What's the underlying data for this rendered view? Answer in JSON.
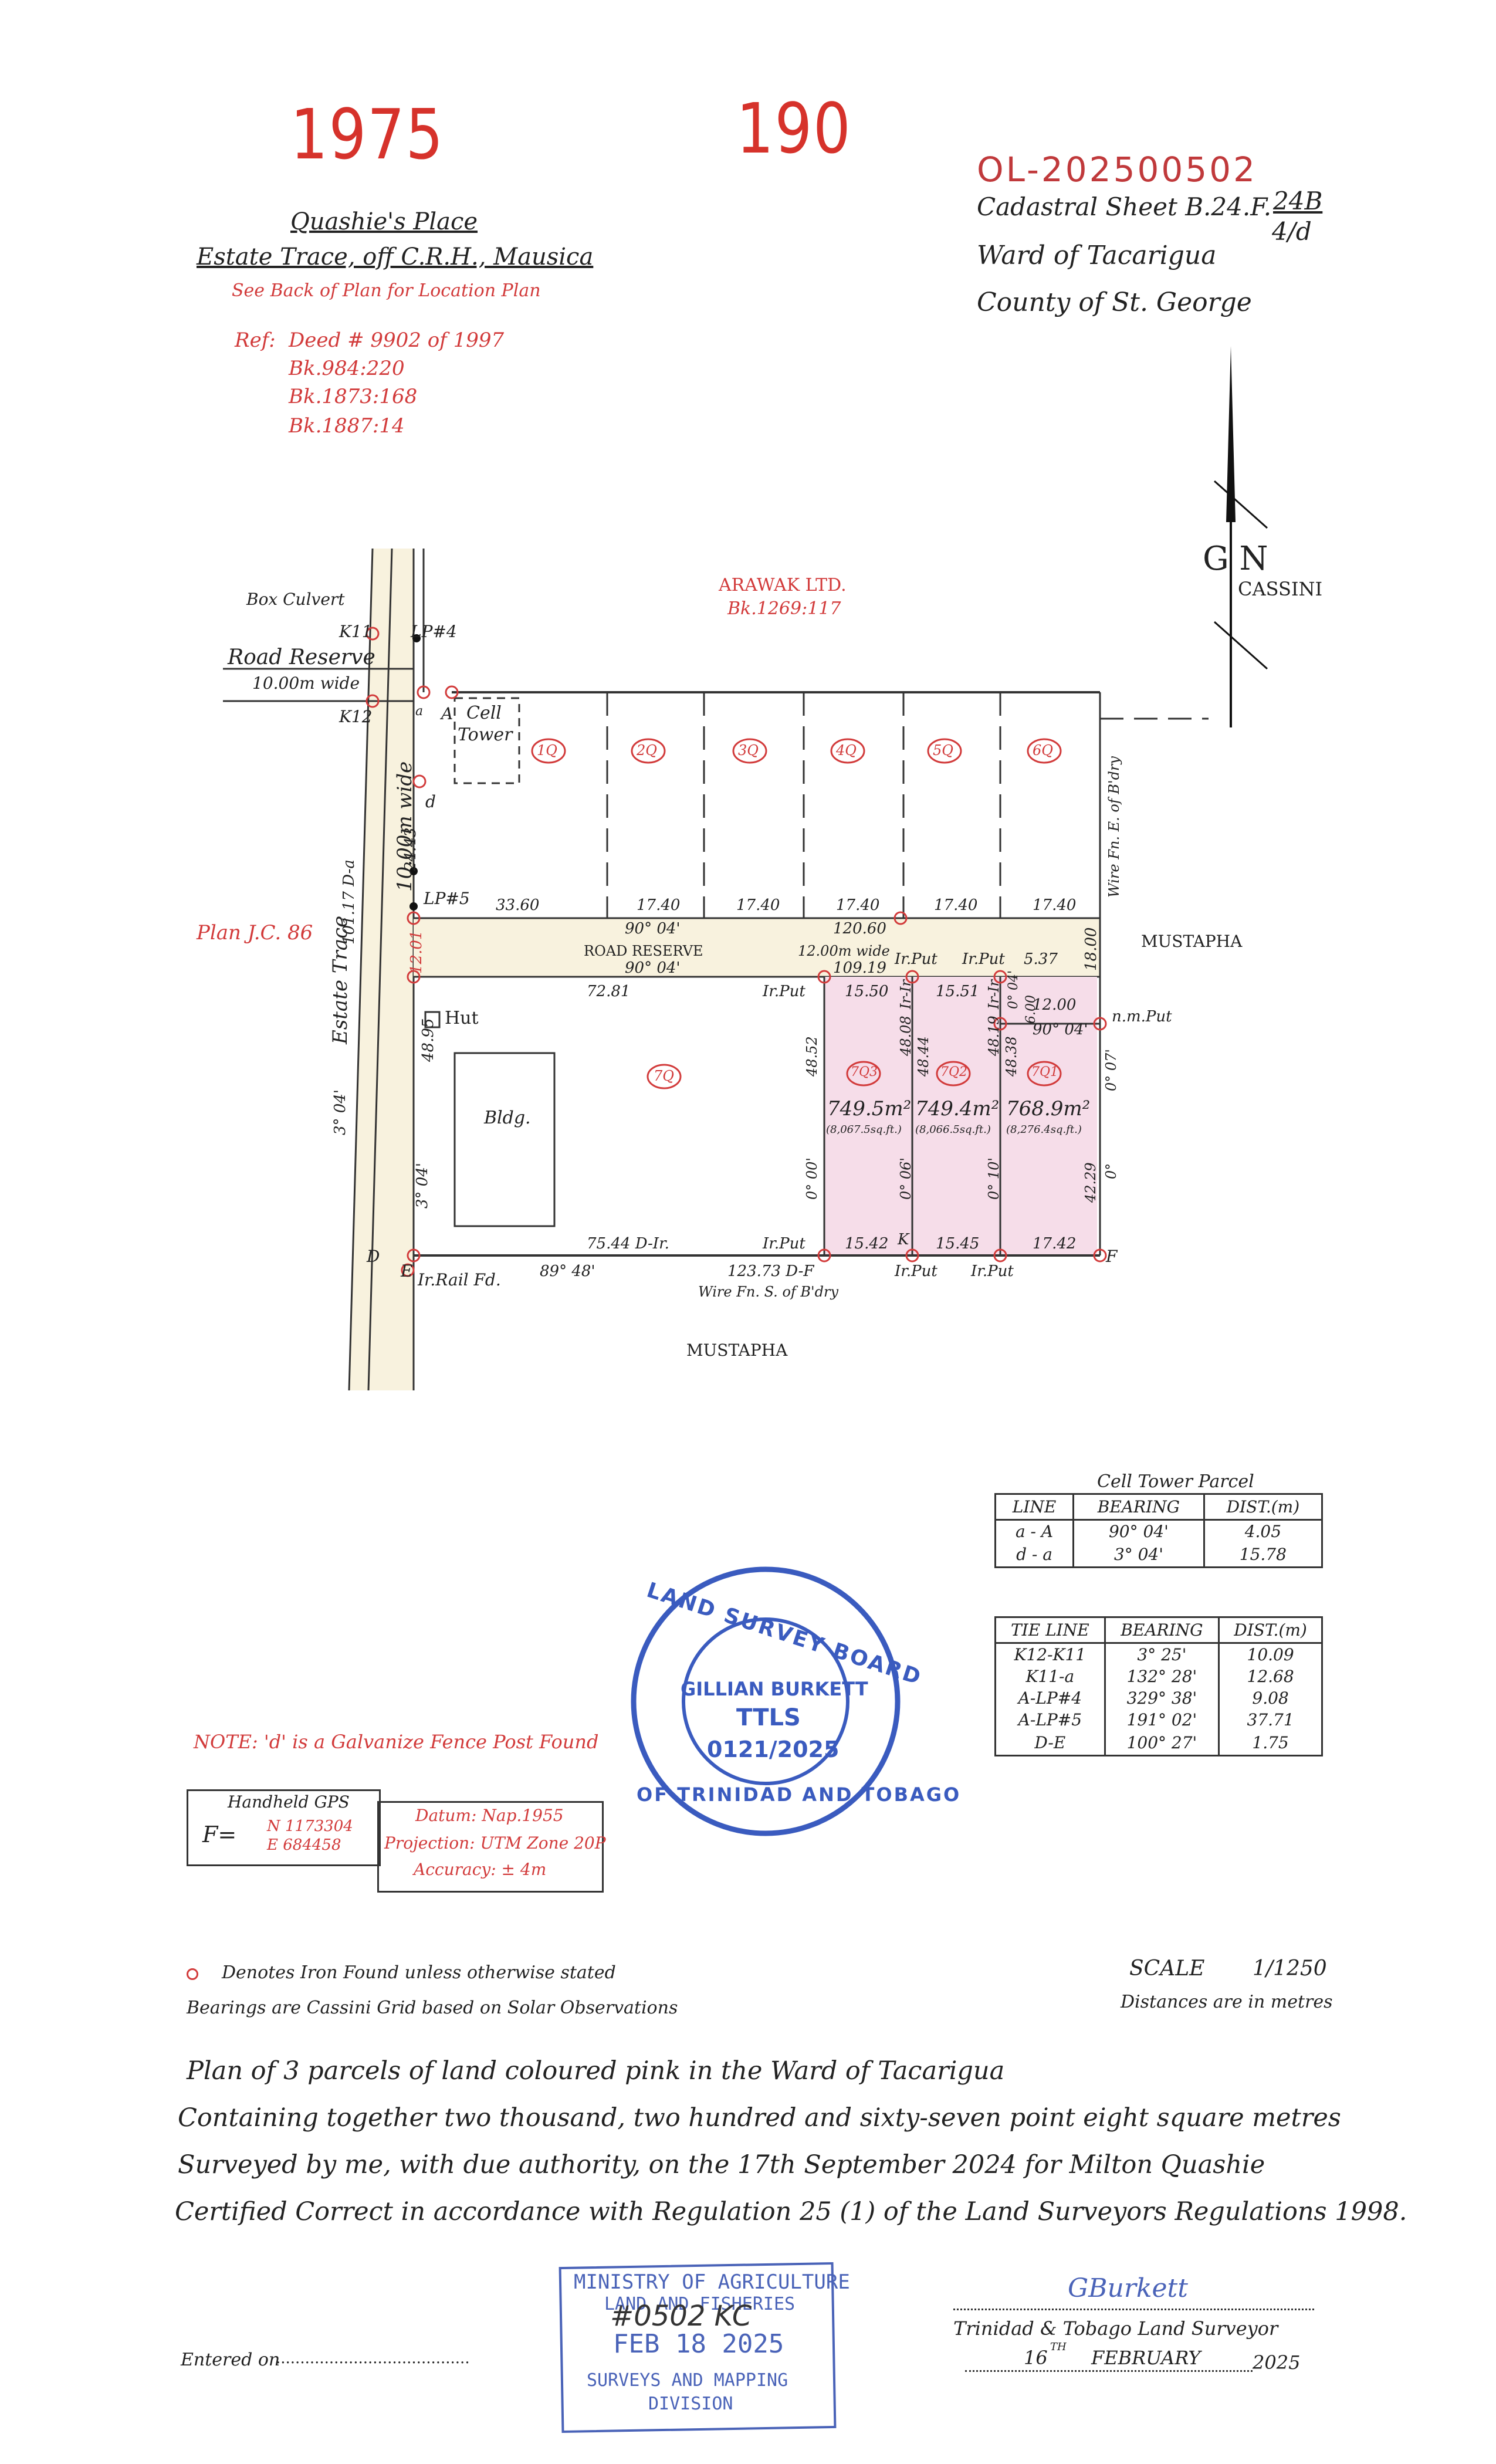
{
  "header": {
    "stamp_left": "1975",
    "stamp_center": "190",
    "file_number": "OL-202500502",
    "estate_name": "Quashie's Place",
    "estate_location": "Estate Trace, off C.R.H., Mausica",
    "see_back": "See Back of Plan for Location Plan",
    "ref_label": "Ref:",
    "refs": [
      "Deed # 9902 of 1997",
      "Bk.984:220",
      "Bk.1873:168",
      "Bk.1887:14"
    ],
    "cadastral_label": "Cadastral Sheet B.24.F.",
    "cadastral_num": "24B",
    "cadastral_den": "4/d",
    "ward": "Ward of Tacarigua",
    "county": "County of St. George"
  },
  "north": {
    "gn": "G N",
    "cassini": "CASSINI"
  },
  "plan_labels": {
    "box_culvert": "Box Culvert",
    "k11": "K11",
    "lp4": "LP#4",
    "road_reserve": "Road Reserve",
    "road_reserve_width": "10.00m wide",
    "k12": "K12",
    "a": "A",
    "a_small": "a",
    "cell_tower": "Cell",
    "cell_tower2": "Tower",
    "d": "d",
    "lp5": "LP#5",
    "plan_jc": "Plan J.C. 86",
    "arawak": "ARAWAK  LTD.",
    "arawak_bk": "Bk.1269:117",
    "mustapha_right": "MUSTAPHA",
    "mustapha_bottom": "MUSTAPHA",
    "estate_trace": "Estate Trace",
    "road_10m": "10.00m wide",
    "dist_101": "101.17 D-a",
    "bearing_3_04": "3°  04'",
    "dist_24_43": "24.43",
    "dist_12_01": "12.01",
    "dist_48_95": "48.95",
    "bearing_3_04b": "3°  04'",
    "hut": "Hut",
    "bldg": "Bldg.",
    "lots": [
      "1Q",
      "2Q",
      "3Q",
      "4Q",
      "5Q",
      "6Q"
    ],
    "lot_7q": "7Q",
    "lot_7q1": "7Q3",
    "lot_7q2": "7Q2",
    "lot_7q3": "7Q1",
    "top_dists": [
      "33.60",
      "17.40",
      "17.40",
      "17.40",
      "17.40",
      "17.40"
    ],
    "bearing_90_04a": "90°  04'",
    "dist_120_60": "120.60",
    "road_reserve_mid": "ROAD   RESERVE",
    "road_12m": "12.00m wide",
    "bearing_90_04b": "90°  04'",
    "dist_109_19": "109.19",
    "ir_put_1": "Ir.Put",
    "ir_put_2": "Ir.Put",
    "dist_5_37": "5.37",
    "dist_18_00": "18.00",
    "dist_72_81": "72.81",
    "ir_put_3": "Ir.Put",
    "dist_15_50": "15.50",
    "dist_15_51": "15.51",
    "dist_12_00": "12.00",
    "nm_put": "n.m.Put",
    "bearing_90_04c": "90°  04'",
    "dist_48_52": "48.52",
    "dist_48_08": "48.08",
    "ir_ir_1": "Ir-Ir",
    "dist_48_44": "48.44",
    "dist_48_19": "48.19",
    "ir_ir_2": "Ir-Ir",
    "dist_48_38": "48.38",
    "dist_6_00": "6.00",
    "dist_0_04": "0° 04'",
    "area_1": "749.5m²",
    "area_1_sqft": "(8,067.5sq.ft.)",
    "area_2": "749.4m²",
    "area_2_sqft": "(8,066.5sq.ft.)",
    "area_3": "768.9m²",
    "area_3_sqft": "(8,276.4sq.ft.)",
    "bearing_0_00": "0°  00'",
    "bearing_0_06": "0°  06'",
    "bearing_0_10": "0°  10'",
    "bearing_0_07": "0°  07'",
    "bearing_0": "0°",
    "dist_42_29": "42.29",
    "wire_fn_e": "Wire Fn. E. of B'dry",
    "d_label": "D",
    "e_label": "E",
    "ir_rail": "Ir.Rail Fd.",
    "dist_75_44": "75.44 D-Ir.",
    "ir_put_4": "Ir.Put",
    "dist_15_42": "15.42",
    "k_label": "K",
    "dist_15_45": "15.45",
    "dist_17_42": "17.42",
    "f_label": "F",
    "bearing_89_48": "89°  48'",
    "dist_123_73": "123.73  D-F",
    "wire_fn_s": "Wire Fn. S. of B'dry",
    "ir_put_5": "Ir.Put",
    "ir_put_6": "Ir.Put"
  },
  "cell_tower_table": {
    "title": "Cell Tower Parcel",
    "headers": [
      "LINE",
      "BEARING",
      "DIST.(m)"
    ],
    "rows": [
      [
        "a - A",
        "90°   04'",
        "4.05"
      ],
      [
        "d - a",
        "3°   04'",
        "15.78"
      ]
    ]
  },
  "tie_table": {
    "headers": [
      "TIE LINE",
      "BEARING",
      "DIST.(m)"
    ],
    "rows": [
      [
        "K12-K11",
        "3°   25'",
        "10.09"
      ],
      [
        "K11-a",
        "132°   28'",
        "12.68"
      ],
      [
        "A-LP#4",
        "329°   38'",
        "9.08"
      ],
      [
        "A-LP#5",
        "191°   02'",
        "37.71"
      ],
      [
        "D-E",
        "100°   27'",
        "1.75"
      ]
    ]
  },
  "seal": {
    "ring_top": "LAND SURVEY BOARD",
    "ring_bottom": "OF TRINIDAD AND TOBAGO",
    "name": "GILLIAN BURKETT",
    "ttls": "TTLS",
    "number": "0121/2025"
  },
  "note": "NOTE: 'd' is a Galvanize Fence Post Found",
  "gps": {
    "label": "Handheld GPS",
    "f": "F=",
    "n": "N  1173304",
    "e": "E   684458",
    "datum": "Datum: Nap.1955",
    "projection": "Projection: UTM Zone 20P",
    "accuracy": "Accuracy:   ±  4m"
  },
  "legend": {
    "iron": "Denotes Iron Found unless otherwise stated",
    "bearings": "Bearings are Cassini Grid based on Solar Observations",
    "scale_label": "SCALE",
    "scale_value": "1/1250",
    "distances": "Distances are in metres"
  },
  "statement": [
    "Plan of 3 parcels of land coloured pink in the Ward of Tacarigua",
    "Containing together two thousand, two hundred and sixty-seven point eight square metres",
    "Surveyed by me, with due authority, on the 17th September 2024 for Milton Quashie",
    "Certified Correct in accordance with Regulation 25 (1) of the Land Surveyors Regulations 1998."
  ],
  "ministry_stamp": {
    "line1": "MINISTRY OF AGRICULTURE",
    "line2": "LAND AND FISHERIES",
    "handwritten": "#0502 KC",
    "date": "FEB 18 2025",
    "line4": "SURVEYS AND MAPPING",
    "line5": "DIVISION"
  },
  "footer": {
    "entered_on": "Entered on",
    "dots": "........................................",
    "surveyor": "Trinidad & Tobago Land Surveyor",
    "signature": "GBurkett",
    "date_day": "16",
    "date_sup": "TH",
    "date_month": "FEBRUARY",
    "date_year": "2025"
  }
}
